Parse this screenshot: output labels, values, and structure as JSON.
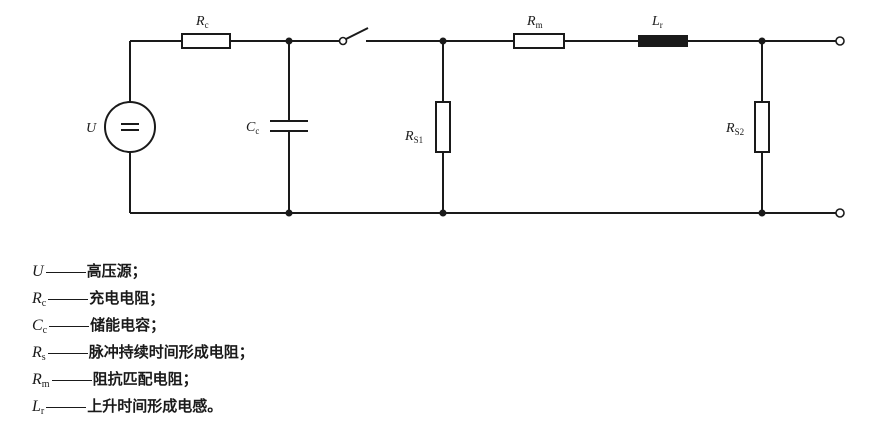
{
  "diagram": {
    "labels": {
      "U": {
        "main": "U",
        "sub": ""
      },
      "Rc": {
        "main": "R",
        "sub": "c"
      },
      "Cc": {
        "main": "C",
        "sub": "c"
      },
      "Rm": {
        "main": "R",
        "sub": "m"
      },
      "Lr": {
        "main": "L",
        "sub": "r"
      },
      "Rs1": {
        "main": "R",
        "sub": "S1"
      },
      "Rs2": {
        "main": "R",
        "sub": "S2"
      }
    }
  },
  "legend": [
    {
      "sym": "U",
      "sub": "",
      "desc": "高压源；"
    },
    {
      "sym": "R",
      "sub": "c",
      "desc": "充电电阻；"
    },
    {
      "sym": "C",
      "sub": "c",
      "desc": "储能电容；"
    },
    {
      "sym": "R",
      "sub": "s",
      "desc": "脉冲持续时间形成电阻；"
    },
    {
      "sym": "R",
      "sub": "m",
      "desc": "阻抗匹配电阻；"
    },
    {
      "sym": "L",
      "sub": "r",
      "desc": "上升时间形成电感。"
    }
  ]
}
